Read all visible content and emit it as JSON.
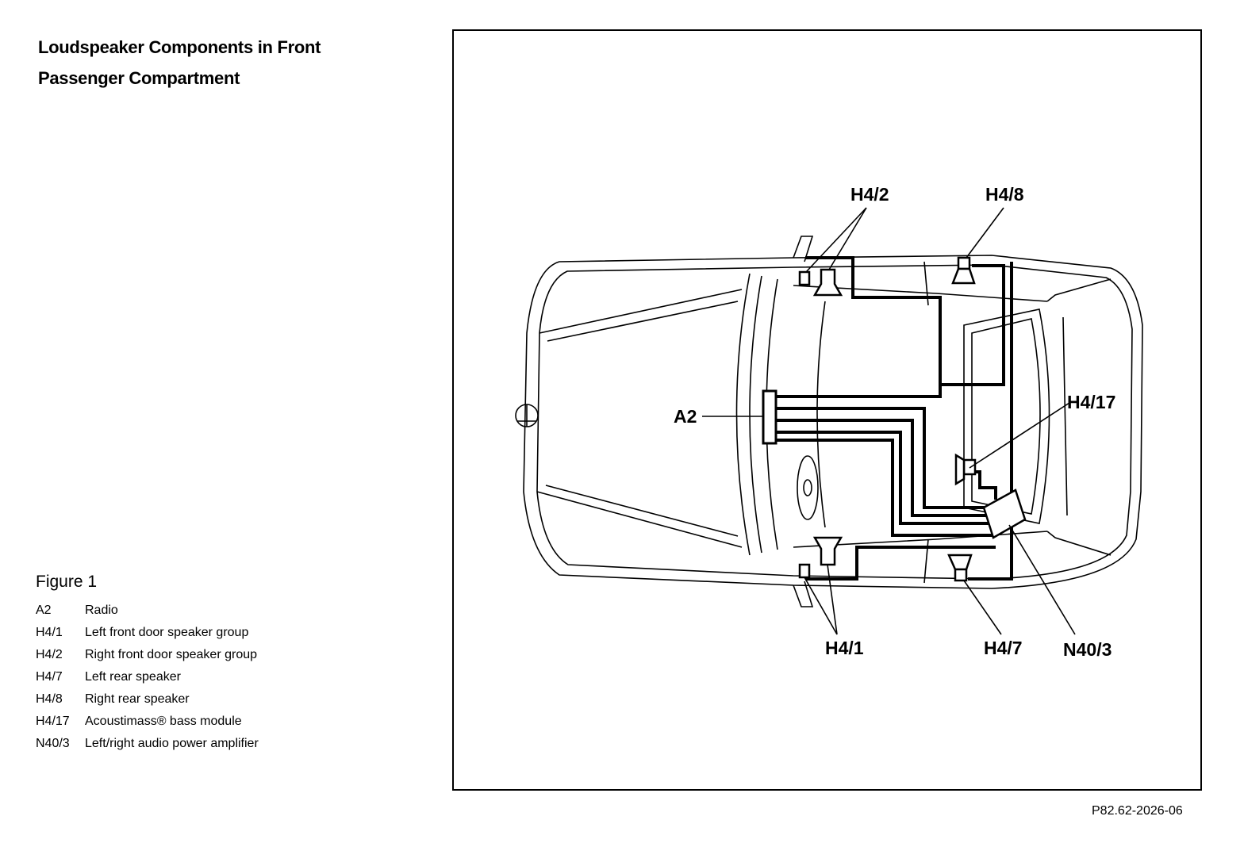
{
  "title": {
    "line1": "Loudspeaker Components in Front",
    "line2": "Passenger Compartment"
  },
  "legend": {
    "heading": "Figure 1",
    "items": [
      {
        "code": "A2",
        "desc": "Radio"
      },
      {
        "code": "H4/1",
        "desc": "Left front door speaker group"
      },
      {
        "code": "H4/2",
        "desc": "Right front door speaker group"
      },
      {
        "code": "H4/7",
        "desc": "Left rear speaker"
      },
      {
        "code": "H4/8",
        "desc": "Right rear speaker"
      },
      {
        "code": "H4/17",
        "desc": "Acoustimass® bass module"
      },
      {
        "code": "N40/3",
        "desc": "Left/right audio power amplifier"
      }
    ]
  },
  "callouts": {
    "h4_2": "H4/2",
    "h4_8": "H4/8",
    "a2": "A2",
    "h4_17": "H4/17",
    "h4_1": "H4/1",
    "h4_7": "H4/7",
    "n40_3": "N40/3"
  },
  "reference": "P82.62-2026-06"
}
